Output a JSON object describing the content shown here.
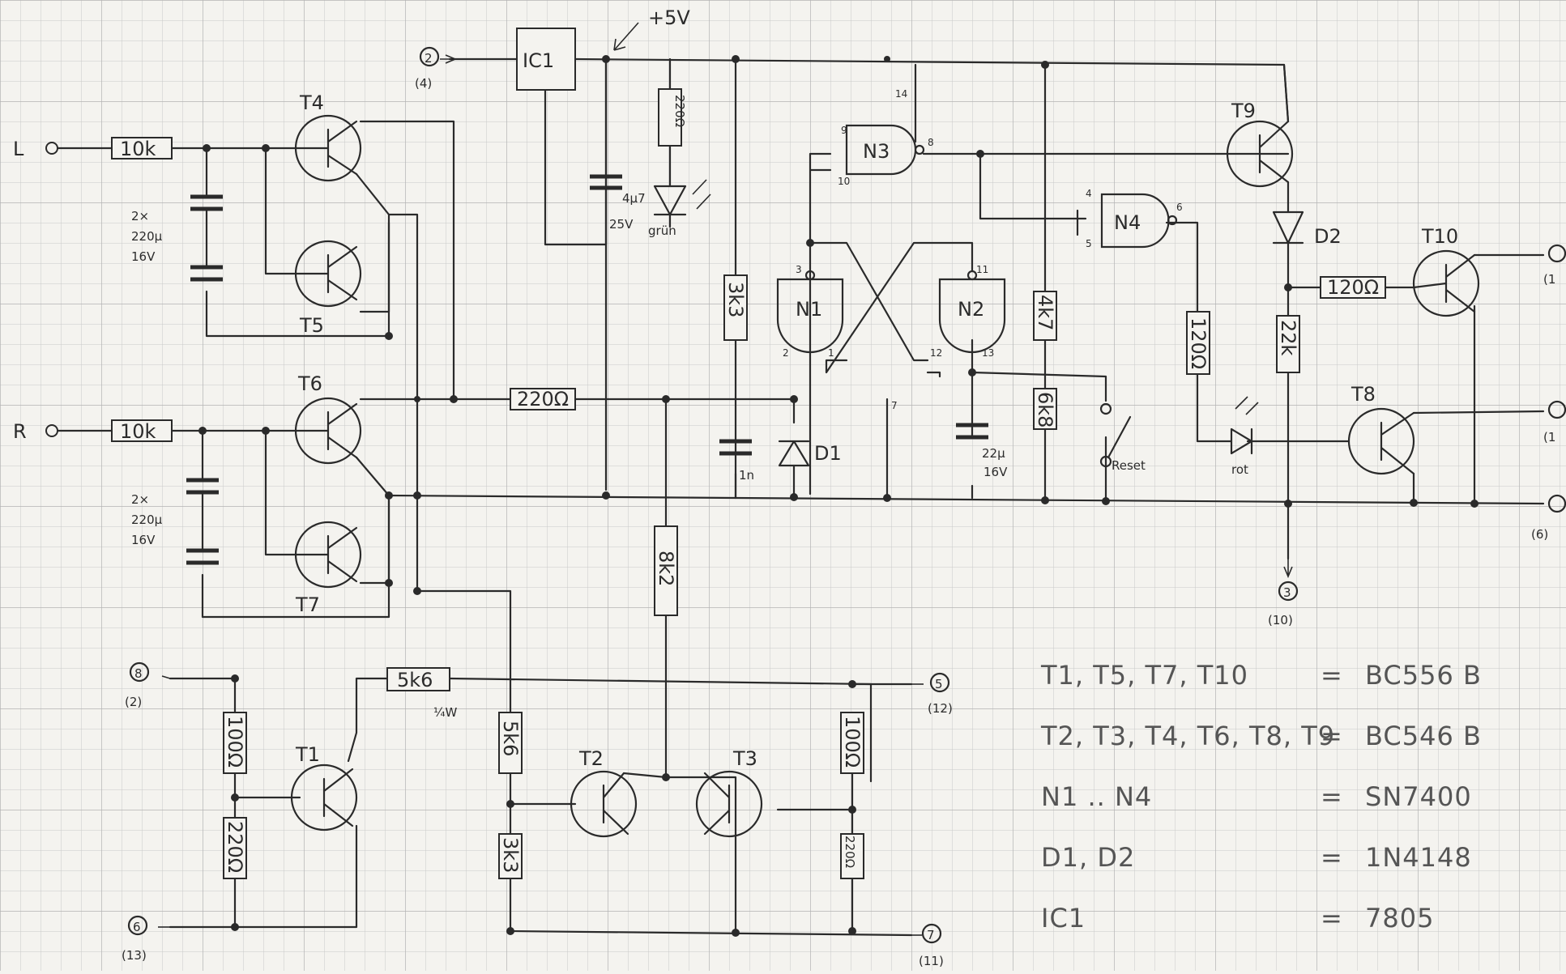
{
  "nets": {
    "plus5v": "+5V",
    "in_l": "L",
    "in_r": "R",
    "reset": "Reset",
    "pin14": "14",
    "pin7": "7"
  },
  "connectors": {
    "c2": "2",
    "c2b": "(4)",
    "c3": "3",
    "c3b": "(10)",
    "c8": "8",
    "c8b": "(2)",
    "c6": "6",
    "c6b": "(13)",
    "c5": "5",
    "c5b": "(12)",
    "c7": "7",
    "c7b": "(11)",
    "r1b": "(1",
    "r2b": "(1",
    "r3b": "(6)"
  },
  "ics": {
    "ic1": "IC1",
    "n1": "N1",
    "n2": "N2",
    "n3": "N3",
    "n4": "N4"
  },
  "pins": {
    "n3_9": "9",
    "n3_10": "10",
    "n3_8": "8",
    "n4_4": "4",
    "n4_5": "5",
    "n4_6": "6",
    "n1_3": "3",
    "n1_2": "2",
    "n1_1": "1",
    "n2_11": "11",
    "n2_12": "12",
    "n2_13": "13"
  },
  "transistors": {
    "t1": "T1",
    "t2": "T2",
    "t3": "T3",
    "t4": "T4",
    "t5": "T5",
    "t6": "T6",
    "t7": "T7",
    "t8": "T8",
    "t9": "T9",
    "t10": "T10"
  },
  "resistors": {
    "r_l": "10k",
    "r_r": "10k",
    "r220_led": "220Ω",
    "r3k3_top": "3k3",
    "r220_mid": "220Ω",
    "r8k2": "8k2",
    "r5k6_h": "5k6",
    "r5k6_power": "¼W",
    "r5k6_v": "5k6",
    "r3k3_bot": "3k3",
    "r100_l": "100Ω",
    "r220_l": "220Ω",
    "r100_r": "100Ω",
    "r220_r": "220Ω",
    "r120_v": "120Ω",
    "r22k": "22k",
    "r120_h": "120Ω",
    "r4k7": "4k7",
    "r6k8": "6k8"
  },
  "capacitors": {
    "c_l1": "2×",
    "c_l2": "220μ",
    "c_l3": "16V",
    "c_r1": "2×",
    "c_r2": "220μ",
    "c_r3": "16V",
    "c_ic1": "4μ7",
    "c_ic2": "25V",
    "c_1n": "1n",
    "c_22a": "22μ",
    "c_22b": "16V"
  },
  "diodes": {
    "d1": "D1",
    "d2": "D2"
  },
  "leds": {
    "green": "grün",
    "red": "rot"
  },
  "legend": [
    {
      "parts": "T1, T5, T7, T10",
      "eq": "=",
      "type": "BC556 B"
    },
    {
      "parts": "T2, T3, T4, T6, T8, T9",
      "eq": "=",
      "type": "BC546 B"
    },
    {
      "parts": "N1 .. N4",
      "eq": "=",
      "type": "SN7400"
    },
    {
      "parts": "D1, D2",
      "eq": "=",
      "type": "1N4148"
    },
    {
      "parts": "IC1",
      "eq": "=",
      "type": "7805"
    }
  ]
}
